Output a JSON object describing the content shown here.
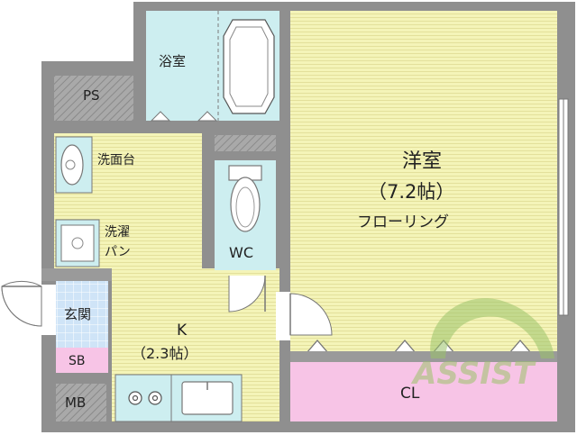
{
  "rooms": {
    "bath": "浴室",
    "ps": "PS",
    "washbasin": "洗面台",
    "laundry_pan_line1": "洗濯",
    "laundry_pan_line2": "パン",
    "wc": "WC",
    "entrance": "玄関",
    "sb": "SB",
    "mb": "MB",
    "kitchen_name": "K",
    "kitchen_size": "（2.3帖）",
    "western_name": "洋室",
    "western_size": "（7.2帖）",
    "western_floor": "フローリング",
    "closet": "CL"
  },
  "watermark": "ASSIST",
  "colors": {
    "wall": "#8f8f8f",
    "floor": "#f4f4b8",
    "floor_line": "#e6e3a0",
    "wet_area": "#cdeef0",
    "closet": "#f7c4e6",
    "storage": "#b8b8b8",
    "watermark": "#9bc36a"
  }
}
